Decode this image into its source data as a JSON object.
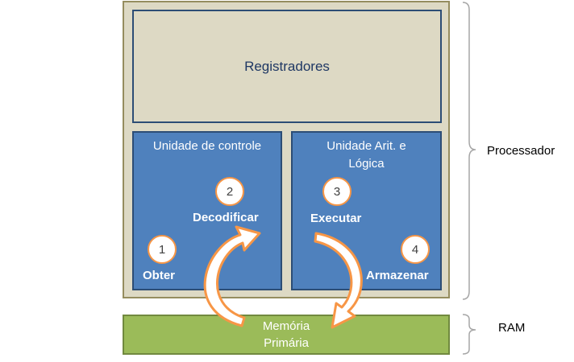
{
  "registers": {
    "label": "Registradores"
  },
  "control_unit": {
    "label": "Unidade de controle"
  },
  "alu": {
    "label_line1": "Unidade Arit. e",
    "label_line2": "Lógica"
  },
  "memory": {
    "label_line1": "Memória",
    "label_line2": "Primária"
  },
  "steps": [
    {
      "number": "1",
      "label": "Obter"
    },
    {
      "number": "2",
      "label": "Decodificar"
    },
    {
      "number": "3",
      "label": "Executar"
    },
    {
      "number": "4",
      "label": "Armazenar"
    }
  ],
  "side_labels": {
    "processor": "Processador",
    "ram": "RAM"
  },
  "colors": {
    "processor_fill": "#ddd9c4",
    "unit_fill": "#4f81bd",
    "memory_fill": "#9bbb59",
    "arrow": "#f79646"
  }
}
